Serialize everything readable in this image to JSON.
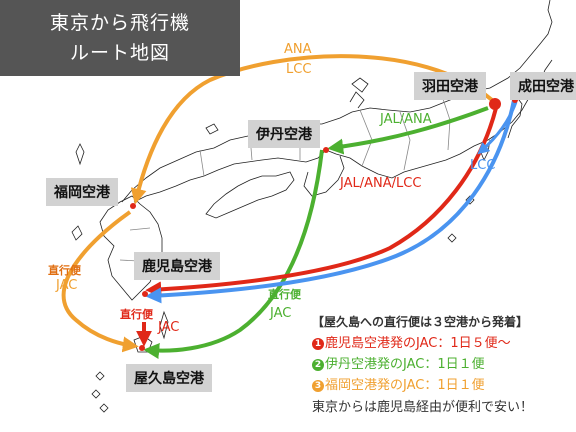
{
  "title": {
    "line1": "東京から飛行機",
    "line2": "ルート地図"
  },
  "colors": {
    "ana_lcc_fukuoka": "#f0a030",
    "jal_ana_itami": "#4cb030",
    "jal_ana_lcc_kagoshima": "#e02818",
    "lcc_narita": "#4a94f0",
    "gray_label": "#d2d2d2",
    "title_bg": "#555555",
    "text": "#333333"
  },
  "airports": {
    "haneda": "羽田空港",
    "narita": "成田空港",
    "itami": "伊丹空港",
    "fukuoka": "福岡空港",
    "kagoshima": "鹿児島空港",
    "yakushima": "屋久島空港"
  },
  "routes": {
    "ana_lcc_1": "ANA",
    "ana_lcc_2": "LCC",
    "jal_ana": "JAL/ANA",
    "lcc": "LCC",
    "jal_ana_lcc": "JAL/ANA/LCC",
    "direct_fukuoka": "直行便",
    "jac_fukuoka": "JAC",
    "direct_itami": "直行便",
    "jac_itami": "JAC",
    "direct_kagoshima": "直行便",
    "jac_kagoshima": "JAC"
  },
  "legend": {
    "heading": "【屋久島への直行便は３空港から発着】",
    "items": [
      {
        "num": "1",
        "text": "鹿児島空港発のJAC：1日５便〜",
        "color": "#e02818"
      },
      {
        "num": "2",
        "text": "伊丹空港発のJAC：1日１便",
        "color": "#4cb030"
      },
      {
        "num": "3",
        "text": "福岡空港発のJAC：1日１便",
        "color": "#f0a030"
      }
    ],
    "footer": "東京からは鹿児島経由が便利で安い！"
  }
}
